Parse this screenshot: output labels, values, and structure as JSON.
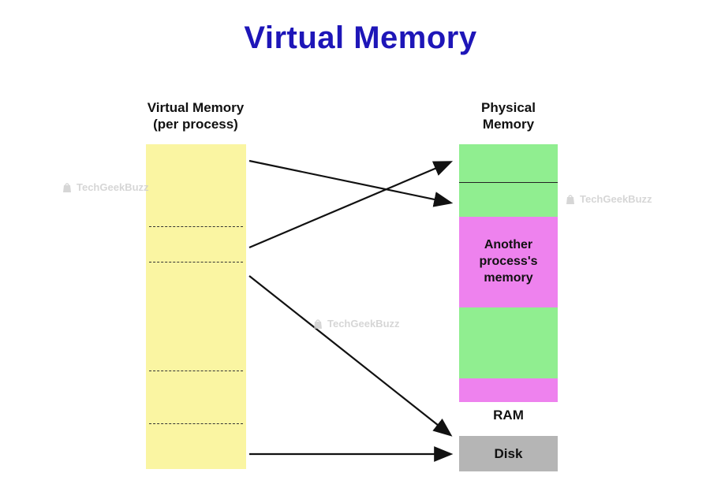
{
  "title": "Virtual Memory",
  "colors": {
    "title_blue": "#1e16b8",
    "virtual_yellow": "#FAF5A2",
    "ram_green": "#90EE90",
    "ram_magenta": "#EE82EE",
    "disk_gray": "#B5B5B5",
    "arrow_black": "#111111",
    "watermark_gray": "#c9c9c9"
  },
  "virtual_column": {
    "label_line1": "Virtual Memory",
    "label_line2": "(per process)"
  },
  "physical_column": {
    "label_line1": "Physical",
    "label_line2": "Memory",
    "another_process_label": "Another process's memory",
    "ram_label": "RAM"
  },
  "disk": {
    "label": "Disk"
  },
  "watermark": {
    "text": "TechGeekBuzz",
    "icon": "techgeekbuzz-logo-icon"
  }
}
